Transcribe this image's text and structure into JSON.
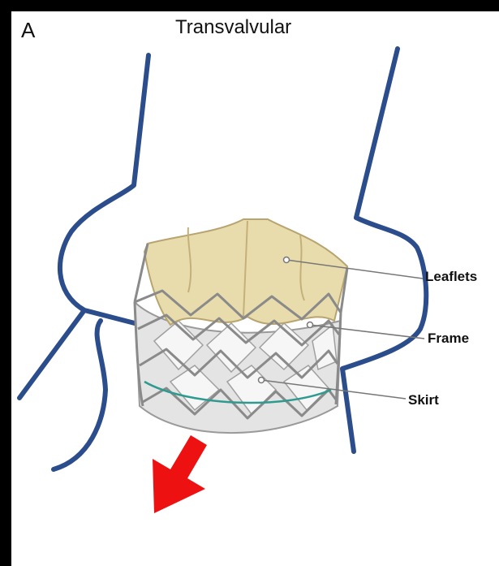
{
  "panel_letter": "A",
  "title": "Transvalvular",
  "labels": {
    "leaflets": "Leaflets",
    "frame": "Frame",
    "skirt": "Skirt"
  },
  "colors": {
    "vessel_outline": "#2b4d8c",
    "leaflet_tissue": "#e8dcac",
    "frame_metal": "#8a8a8a",
    "skirt": "#e4e4e4",
    "skirt_suture": "#2f9a8f",
    "leak_arrow": "#ee1111"
  }
}
